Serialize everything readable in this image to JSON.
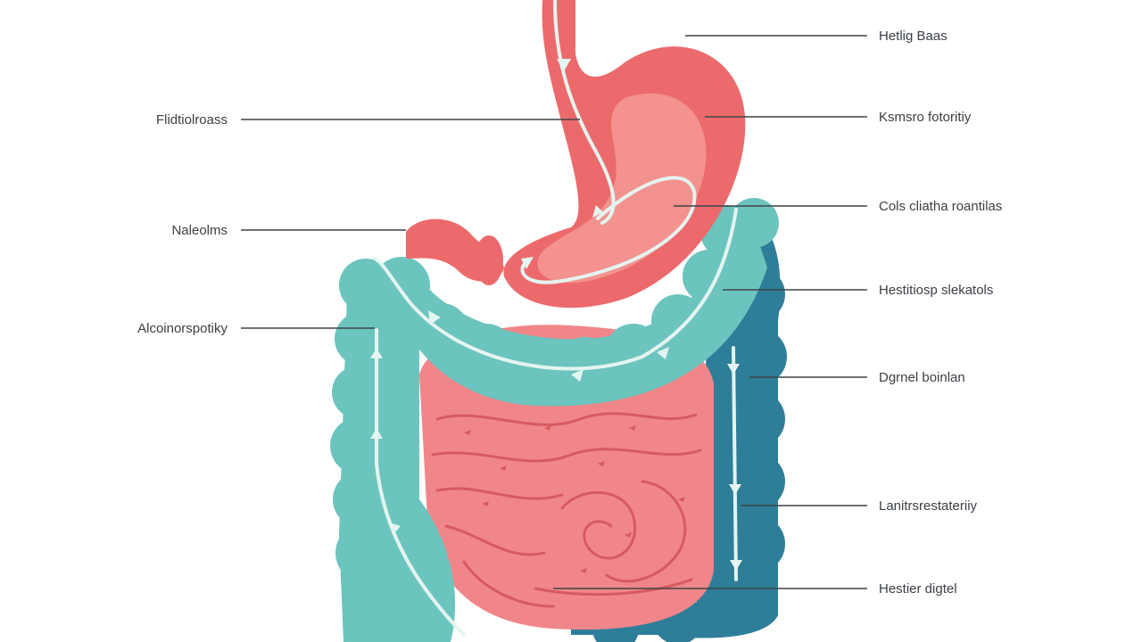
{
  "diagram": {
    "labels_left": [
      {
        "id": "L1",
        "text": "Flidtiolroass"
      },
      {
        "id": "L2",
        "text": "Naleolms"
      },
      {
        "id": "L3",
        "text": "Alcoinorspotiky"
      }
    ],
    "labels_right": [
      {
        "id": "R1",
        "text": "Hetlig Baas"
      },
      {
        "id": "R2",
        "text": "Ksmsro fotoritiy"
      },
      {
        "id": "R3",
        "text": "Cols cliatha roantilas"
      },
      {
        "id": "R4",
        "text": "Hestitiosp slekatols"
      },
      {
        "id": "R5",
        "text": "Dgrnel boinlan"
      },
      {
        "id": "R6",
        "text": "Lanitrsrestateriiy"
      },
      {
        "id": "R7",
        "text": "Hestier digtel"
      }
    ],
    "colors": {
      "stomach_outer": "#ec6a6c",
      "stomach_inner": "#f3928e",
      "small_intestine": "#f0868a",
      "small_intestine_line": "#d65a60",
      "colon_teal": "#6cc4be",
      "colon_dark": "#2e7e99",
      "flow_arrow": "#e4f4f0"
    }
  }
}
